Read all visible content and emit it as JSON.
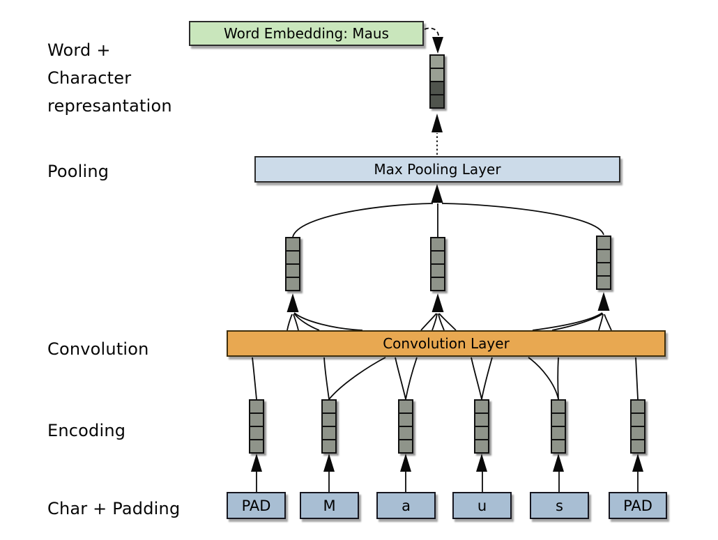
{
  "stage_labels": [
    {
      "lines": [
        "Word +",
        "Character",
        "represantation"
      ]
    },
    {
      "lines": [
        "Pooling"
      ]
    },
    {
      "lines": [
        "Convolution"
      ]
    },
    {
      "lines": [
        "Encoding"
      ]
    },
    {
      "lines": [
        "Char + Padding"
      ]
    }
  ],
  "boxes": {
    "word_embedding_label": "Word Embedding: Maus",
    "max_pooling_label": "Max Pooling Layer",
    "convolution_label": "Convolution Layer"
  },
  "chars": [
    {
      "label": "PAD"
    },
    {
      "label": "M"
    },
    {
      "label": "a"
    },
    {
      "label": "u"
    },
    {
      "label": "s"
    },
    {
      "label": "PAD"
    }
  ],
  "vectors": {
    "cells_per_vector": 4,
    "pooled_vector_count": 3,
    "encoding_vector_count": 6
  },
  "colors": {
    "word_embedding_fill": "#c9e6bc",
    "pooling_fill": "#ccdbe9",
    "convolution_fill": "#e8a851",
    "char_box_fill": "#a8bed3",
    "vector_cell_fill": "#8f948a",
    "word_vector_light_cell": "#9aa094",
    "word_vector_dark_cell": "#50544d",
    "line_color": "#0a0a0a"
  }
}
